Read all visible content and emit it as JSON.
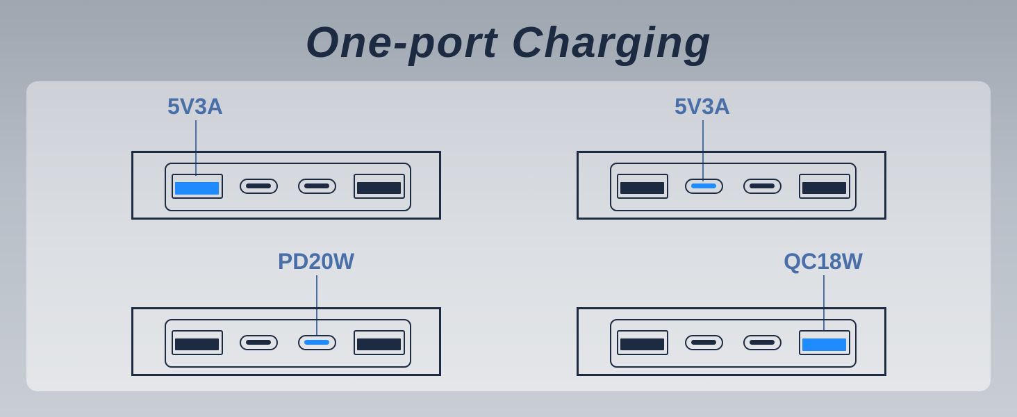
{
  "title": "One-port Charging",
  "diagrams": [
    {
      "label": "5V3A",
      "ports": [
        "usb-a",
        "usb-c",
        "usb-c",
        "usb-a"
      ],
      "active_port_index": 0
    },
    {
      "label": "5V3A",
      "ports": [
        "usb-a",
        "usb-c",
        "usb-c",
        "usb-a"
      ],
      "active_port_index": 1
    },
    {
      "label": "PD20W",
      "ports": [
        "usb-a",
        "usb-c",
        "usb-c",
        "usb-a"
      ],
      "active_port_index": 2
    },
    {
      "label": "QC18W",
      "ports": [
        "usb-a",
        "usb-c",
        "usb-c",
        "usb-a"
      ],
      "active_port_index": 3
    }
  ],
  "colors": {
    "title": "#1c2a42",
    "label": "#4a6ea8",
    "port_outline": "#1c2a42",
    "active_port": "#1f8bff"
  }
}
